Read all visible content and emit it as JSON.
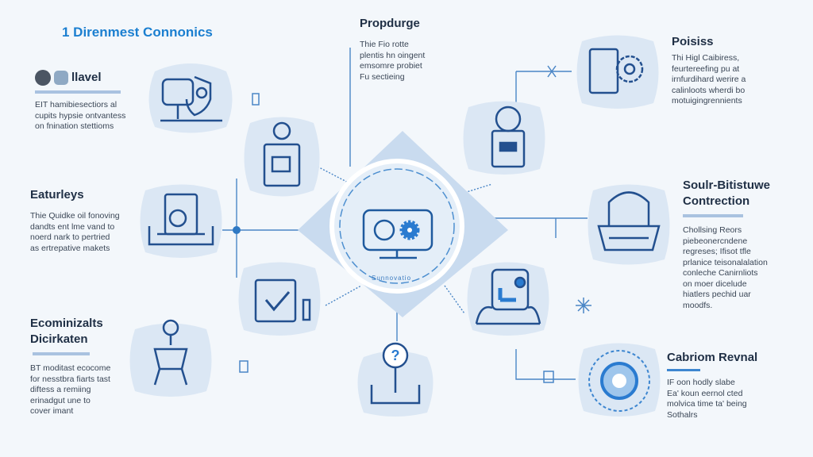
{
  "title": "1 Direnmest Connonics",
  "center": {
    "label": "Propdurge",
    "text": "Thie Fio rotte\nplentis hn oingent\nemsomre probiet\nFu sectieing",
    "ring_text": "Sunnovatio"
  },
  "left": [
    {
      "heading": "llavel",
      "text": "EIT hamibiesectiors al\ncupits hypsie ontvantess\non fnination stettioms"
    },
    {
      "heading": "Eaturleys",
      "text": "Thie Quidke oil fonoving\ndandts ent lme vand to\nnoerd nark to pertried\nas ertrepative makets"
    },
    {
      "heading": "Ecominizalts\nDicirkaten",
      "text": "BT moditast ecocome\nfor nesstbra fiarts tast\ndiftess a remiing\nerinadgut une to\ncover imant"
    }
  ],
  "right": [
    {
      "heading": "Poisiss",
      "text": "Thi Higl Caibiress,\nfeurtereefing pu at\nirnfurdihard werire a\ncalinloots wherdi bo\nmotuigingrennients"
    },
    {
      "heading": "Soulr-Bitistuwe\nContrection",
      "text": "Chollsing Reors\npiebeonercndene\nregreses; Ifisot tfle\nprlanice teisonalalation\nconleche Canirnliots\non moer dicelude\nhiatlers pechid uar\nmoodfs."
    },
    {
      "heading": "Cabriom Revnal",
      "text": "IF oon hodly slabe\nEa' koun eernol cted\nmolvica time ta' being\nSothalrs"
    }
  ],
  "colors": {
    "accent": "#1b7fd0",
    "line": "#3d7cc0",
    "blob": "#dbe7f4",
    "icon": "#23508f"
  }
}
